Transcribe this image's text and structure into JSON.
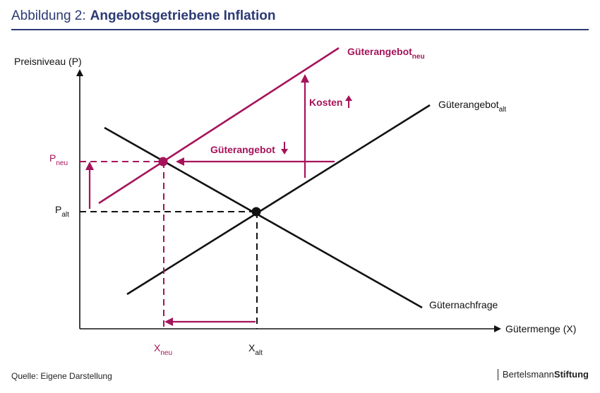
{
  "header": {
    "figure_prefix": "Abbildung 2:",
    "title": "Angebotsgetriebene Inflation"
  },
  "axes": {
    "y_label": "Preisniveau (P)",
    "x_label": "Gütermenge (X)"
  },
  "curves": {
    "supply_new": {
      "base": "Güterangebot",
      "sub": "neu"
    },
    "supply_old": {
      "base": "Güterangebot",
      "sub": "alt"
    },
    "demand": {
      "label": "Güternachfrage"
    }
  },
  "annotations": {
    "costs": "Kosten",
    "supply": "Güterangebot"
  },
  "ticks": {
    "p_new": {
      "base": "P",
      "sub": "neu"
    },
    "p_old": {
      "base": "P",
      "sub": "alt"
    },
    "x_new": {
      "base": "X",
      "sub": "neu"
    },
    "x_old": {
      "base": "X",
      "sub": "alt"
    }
  },
  "footer": {
    "source": "Quelle: Eigene Darstellung",
    "brand_regular": "Bertelsmann",
    "brand_bold": "Stiftung"
  },
  "colors": {
    "accent": "#a5135a",
    "ink": "#111111",
    "header": "#2b3a73"
  }
}
